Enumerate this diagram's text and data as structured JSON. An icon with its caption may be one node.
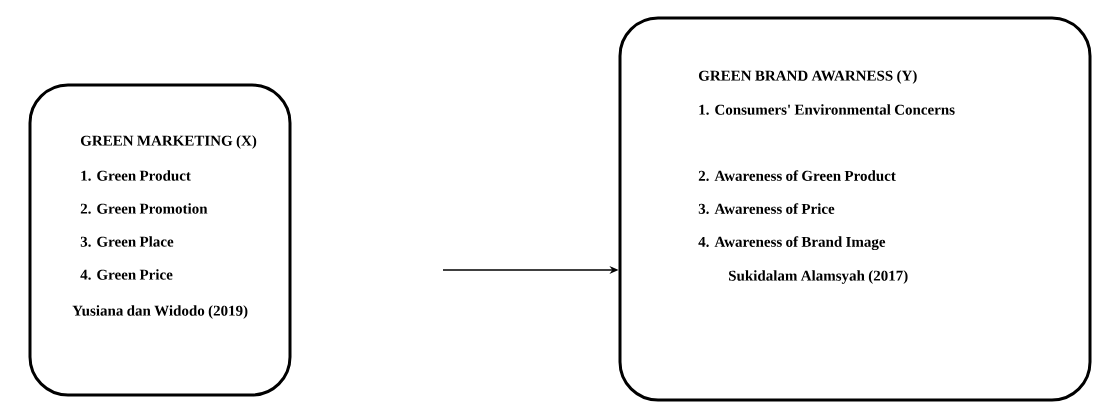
{
  "diagram": {
    "nodes": [
      {
        "text": [
          "GREEN MARKETING (X)",
          "1. Green Product",
          "2. Green Promotion",
          "3. Green Place",
          "4. Green Price",
          "Yusiana dan Widodo (2019)"
        ]
      },
      {
        "text": [
          "GREEN BRAND AWARNESS (Y)",
          "1. Consumers' Environmental Concerns",
          "2. Awareness of Green Product",
          "3. Awareness of Price",
          "4. Awareness of Brand Image",
          "Sukidalam Alamsyah (2017)"
        ]
      }
    ],
    "edges": [
      {
        "from": null,
        "to": 1,
        "arrow": "to"
      }
    ]
  }
}
